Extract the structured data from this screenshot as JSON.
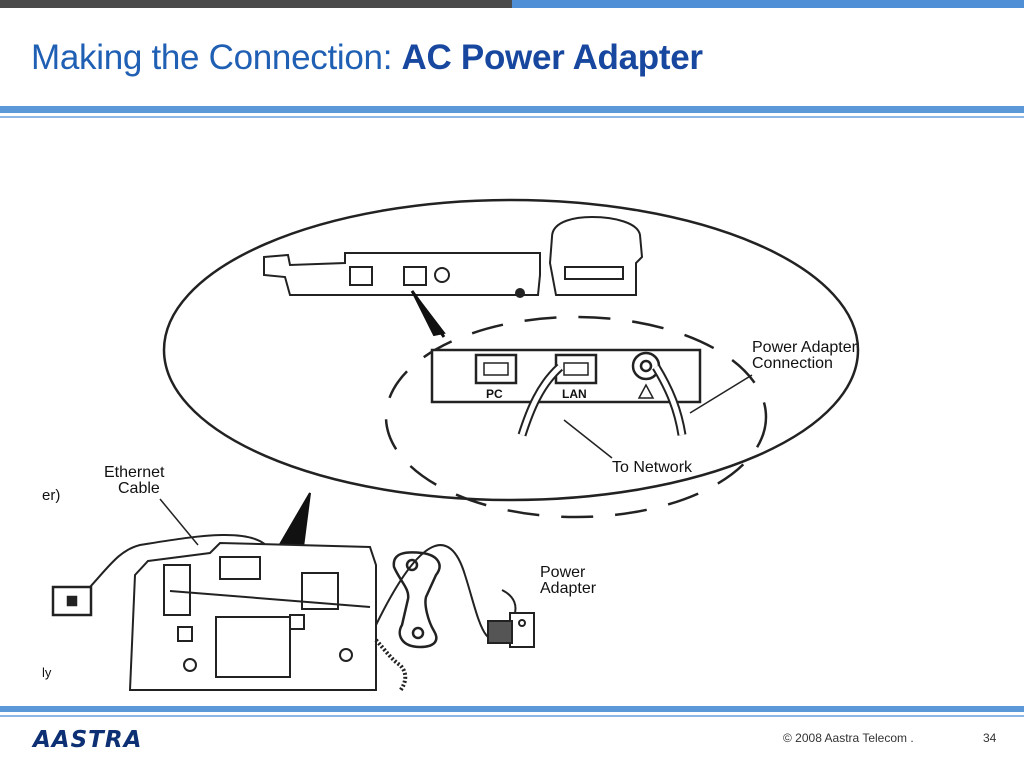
{
  "slide": {
    "title_prefix": "Making the Connection: ",
    "title_emphasis": "AC Power Adapter"
  },
  "diagram": {
    "labels": {
      "power_adapter_connection_line1": "Power Adapter",
      "power_adapter_connection_line2": "Connection",
      "to_network": "To Network",
      "ethernet_cable_line1": "Ethernet",
      "ethernet_cable_line2": "Cable",
      "power_adapter_line1": "Power",
      "power_adapter_line2": "Adapter",
      "port_pc": "PC",
      "port_lan": "LAN",
      "partial_left_text": "er)",
      "partial_left_bottom": "ly"
    }
  },
  "footer": {
    "logo": "AASTRA",
    "copyright": "© 2008 Aastra Telecom .",
    "page_number": "34"
  },
  "colors": {
    "title_blue": "#1f5fb4",
    "rule_blue": "#5b98d8",
    "top_bar_dark": "#4a4a4a",
    "logo_navy": "#0d2f73"
  }
}
